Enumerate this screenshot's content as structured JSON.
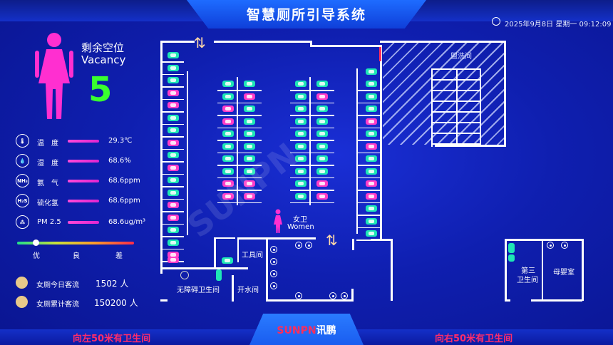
{
  "header": {
    "title": "智慧厕所引导系统",
    "clock": "2025年9月8日 星期一 09:12:09"
  },
  "vacancy": {
    "label_cn": "剩余空位",
    "label_en": "Vacancy",
    "count": "5"
  },
  "sensors": [
    {
      "icon": "thermometer-icon",
      "glyph": "🌡",
      "label": "温　度",
      "value": "29.3℃",
      "level": 0.55
    },
    {
      "icon": "humidity-icon",
      "glyph": "💧",
      "label": "湿　度",
      "value": "68.6%",
      "level": 0.55
    },
    {
      "icon": "nh3-icon",
      "glyph": "NH₃",
      "label": "氨　气",
      "value": "68.6ppm",
      "level": 0.55
    },
    {
      "icon": "h2s-icon",
      "glyph": "H₂S",
      "label": "硫化氢",
      "value": "68.6ppm",
      "level": 0.55
    },
    {
      "icon": "pm25-icon",
      "glyph": "⁂",
      "label": "PM 2.5",
      "value": "68.6ug/m³",
      "level": 0.55
    }
  ],
  "quality_scale": [
    "优",
    "良",
    "差"
  ],
  "traffic": [
    {
      "label": "女厕今日客流",
      "value": "1502 人"
    },
    {
      "label": "女厕累计客流",
      "value": "150200 人"
    }
  ],
  "floor": {
    "women_cn": "女卫",
    "women_en": "Women",
    "tool_room": "工具间",
    "water_room": "开水间",
    "accessible": "无障碍卫生间",
    "third_restroom": "第三\n卫生间",
    "third_l1": "第三",
    "third_l2": "卫生间",
    "mother_room": "母婴室",
    "wash_room": "盥洗间"
  },
  "footer": {
    "left": "向左50米有卫生间",
    "right": "向右50米有卫生间",
    "logo_main": "SUNPN",
    "logo_cn": "讯鹏"
  },
  "watermark": "SUNPN"
}
